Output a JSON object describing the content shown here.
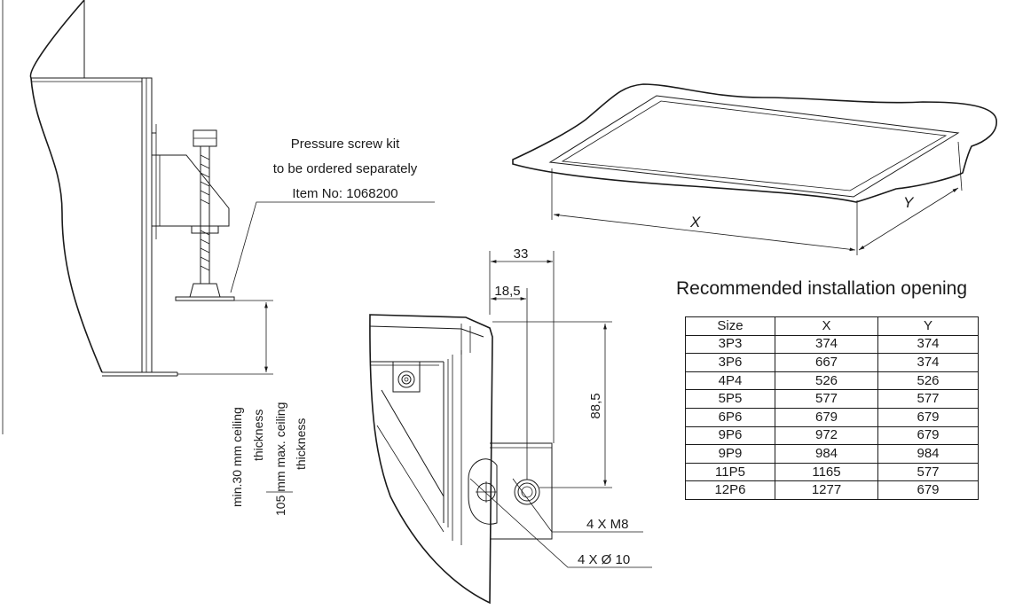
{
  "screw_kit": {
    "line1": "Pressure screw kit",
    "line2": "to be ordered separately",
    "line3": "Item No: 1068200"
  },
  "ceiling": {
    "min_line1": "min.30 mm ceiling",
    "min_line2": "thickness",
    "max_line1": "105 mm max. ceiling",
    "max_line2": "thickness"
  },
  "bracket": {
    "dim_33": "33",
    "dim_18_5": "18,5",
    "dim_88_5": "88,5",
    "thread": "4 X M8",
    "hole": "4 X Ø 10"
  },
  "opening": {
    "x_label": "X",
    "y_label": "Y"
  },
  "table": {
    "title": "Recommended installation opening",
    "headers": [
      "Size",
      "X",
      "Y"
    ],
    "rows": [
      [
        "3P3",
        "374",
        "374"
      ],
      [
        "3P6",
        "667",
        "374"
      ],
      [
        "4P4",
        "526",
        "526"
      ],
      [
        "5P5",
        "577",
        "577"
      ],
      [
        "6P6",
        "679",
        "679"
      ],
      [
        "9P6",
        "972",
        "679"
      ],
      [
        "9P9",
        "984",
        "984"
      ],
      [
        "11P5",
        "1165",
        "577"
      ],
      [
        "12P6",
        "1277",
        "679"
      ]
    ]
  }
}
